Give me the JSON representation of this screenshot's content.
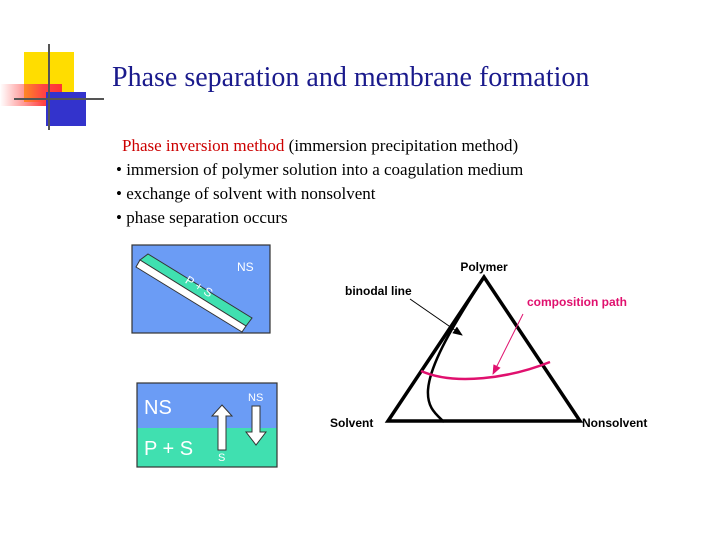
{
  "slide": {
    "title": "Phase separation and membrane formation",
    "method": {
      "name": "Phase inversion method",
      "detail": " (immersion precipitation method)"
    },
    "bullets": [
      "• immersion of polymer solution into a coagulation medium",
      "• exchange of solvent with nonsolvent",
      "• phase separation occurs"
    ]
  },
  "diagram1": {
    "ns_label": "NS",
    "film_label": "P + S"
  },
  "diagram2": {
    "ns_label": "NS",
    "ps_label": "P + S",
    "arrow_ns_label": "NS",
    "arrow_s_label": "S"
  },
  "ternary": {
    "top_label": "Polymer",
    "left_label": "Solvent",
    "right_label": "Nonsolvent",
    "binodal_label": "binodal line",
    "path_label": "composition path",
    "path_color": "#e0106e"
  },
  "colors": {
    "title": "#1a1a8c",
    "ns_blue": "#6b9cf5",
    "teal": "#40e0b0",
    "deco_yellow": "#ffdd00",
    "deco_red": "#ff3333",
    "deco_blue": "#3333cc"
  }
}
